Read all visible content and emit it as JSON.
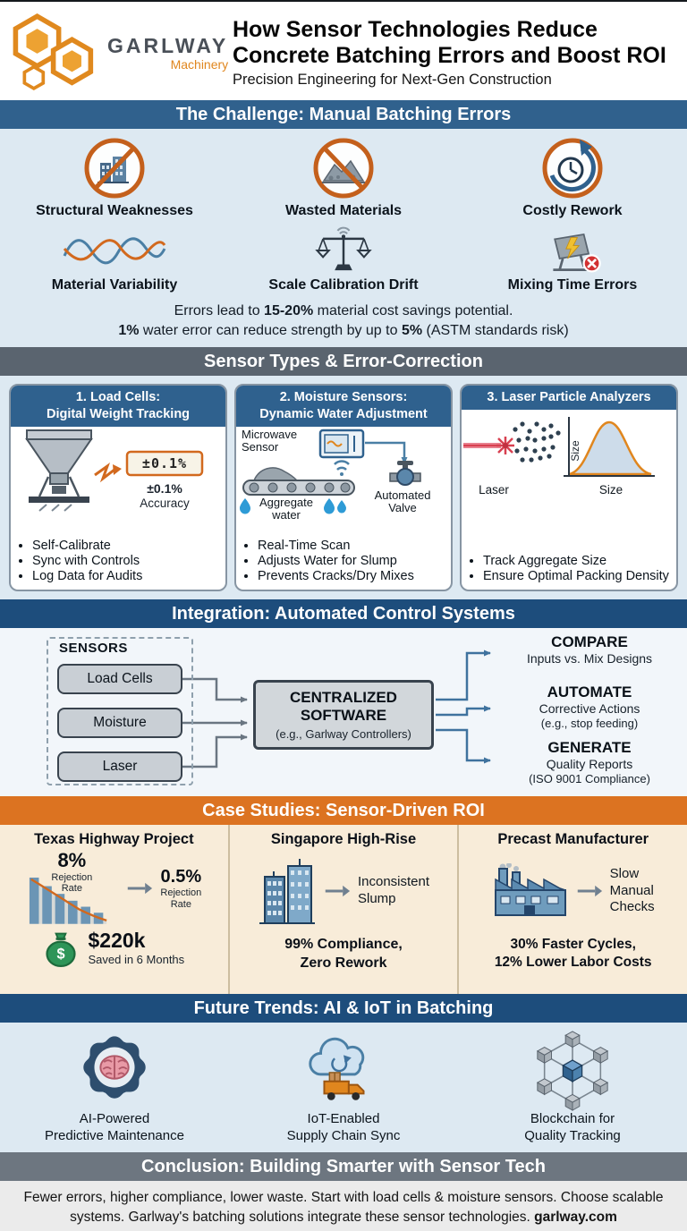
{
  "header": {
    "brand_name": "GARLWAY",
    "brand_tagline": "Machinery",
    "title_line1": "How Sensor Technologies Reduce",
    "title_line2": "Concrete Batching Errors and Boost ROI",
    "subtitle": "Precision Engineering for Next-Gen Construction"
  },
  "challenge": {
    "banner": "The Challenge: Manual Batching Errors",
    "row1": [
      {
        "label": "Structural Weaknesses",
        "icon": "no-buildings-icon"
      },
      {
        "label": "Wasted Materials",
        "icon": "no-waste-icon"
      },
      {
        "label": "Costly Rework",
        "icon": "rework-clock-icon"
      }
    ],
    "row2": [
      {
        "label": "Material Variability",
        "icon": "variability-wave-icon"
      },
      {
        "label": "Scale Calibration Drift",
        "icon": "balance-scale-icon"
      },
      {
        "label": "Mixing Time Errors",
        "icon": "mixer-error-icon"
      }
    ],
    "note1_a": "Errors lead to ",
    "note1_b": "15-20%",
    "note1_c": " material cost savings potential.",
    "note2_a": "1%",
    "note2_b": " water error can reduce strength by up to ",
    "note2_c": "5%",
    "note2_d": " (ASTM standards risk)"
  },
  "sensors": {
    "banner": "Sensor Types & Error-Correction",
    "cards": [
      {
        "title_line1": "1. Load Cells:",
        "title_line2": "Digital Weight Tracking",
        "display_value": "±0.1%",
        "accuracy_value": "±0.1%",
        "accuracy_label": "Accuracy",
        "bullets": [
          "Self-Calibrate",
          "Sync with Controls",
          "Log Data for Audits"
        ]
      },
      {
        "title_line1": "2. Moisture Sensors:",
        "title_line2": "Dynamic Water Adjustment",
        "microwave_line1": "Microwave",
        "microwave_line2": "Sensor",
        "aggregate_line1": "Aggregate",
        "aggregate_line2": "water",
        "valve_line1": "Automated",
        "valve_line2": "Valve",
        "bullets": [
          "Real-Time Scan",
          "Adjusts Water for Slump",
          "Prevents Cracks/Dry Mixes"
        ]
      },
      {
        "title_line1": "3. Laser Particle Analyzers",
        "axis_label": "Size",
        "label_laser": "Laser",
        "label_size": "Size",
        "bullets": [
          "Track Aggregate Size",
          "Ensure Optimal Packing Density"
        ]
      }
    ]
  },
  "integration": {
    "banner": "Integration: Automated Control Systems",
    "sensors_label": "SENSORS",
    "sensor_boxes": [
      "Load Cells",
      "Moisture",
      "Laser"
    ],
    "central_line1": "CENTRALIZED",
    "central_line2": "SOFTWARE",
    "central_sub": "(e.g., Garlway Controllers)",
    "outputs": [
      {
        "title": "COMPARE",
        "desc": "Inputs vs. Mix Designs"
      },
      {
        "title": "AUTOMATE",
        "desc": "Corrective Actions",
        "sub": "(e.g., stop feeding)"
      },
      {
        "title": "GENERATE",
        "desc": "Quality Reports",
        "sub": "(ISO 9001 Compliance)"
      }
    ]
  },
  "case_studies": {
    "banner": "Case Studies: Sensor-Driven ROI",
    "studies": [
      {
        "title": "Texas Highway Project",
        "before_value": "8%",
        "before_label1": "Rejection",
        "before_label2": "Rate",
        "after_value": "0.5%",
        "after_label1": "Rejection",
        "after_label2": "Rate",
        "bag_symbol": "$",
        "result_value": "$220k",
        "result_label": "Saved in 6 Months"
      },
      {
        "title": "Singapore High-Rise",
        "issue_line1": "Inconsistent",
        "issue_line2": "Slump",
        "result_line1": "99% Compliance,",
        "result_line2": "Zero Rework"
      },
      {
        "title": "Precast Manufacturer",
        "issue_line1": "Slow",
        "issue_line2": "Manual",
        "issue_line3": "Checks",
        "result_line1": "30% Faster Cycles,",
        "result_line2": "12% Lower Labor Costs"
      }
    ]
  },
  "future": {
    "banner": "Future Trends: AI & IoT in Batching",
    "items": [
      {
        "label_line1": "AI-Powered",
        "label_line2": "Predictive Maintenance",
        "icon": "ai-gear-brain-icon"
      },
      {
        "label_line1": "IoT-Enabled",
        "label_line2": "Supply Chain Sync",
        "icon": "iot-cloud-truck-icon"
      },
      {
        "label_line1": "Blockchain for",
        "label_line2": "Quality Tracking",
        "icon": "blockchain-cubes-icon"
      }
    ]
  },
  "conclusion": {
    "banner": "Conclusion: Building Smarter with Sensor Tech",
    "text_main": "Fewer errors, higher compliance, lower waste. Start with load cells & moisture sensors. Choose scalable systems. Garlway's batching solutions integrate these sensor technologies. ",
    "text_link": "garlway.com"
  },
  "colors": {
    "banner_blue": "#30618d",
    "banner_slate": "#5a646f",
    "banner_navy": "#1d4d7c",
    "banner_orange": "#dc7321",
    "banner_gray": "#6d7680",
    "accent_orange": "#c4601c",
    "section_blue_bg": "#dde9f2",
    "cases_bg": "#f8ecd9",
    "footer_bg": "#ebebeb"
  }
}
